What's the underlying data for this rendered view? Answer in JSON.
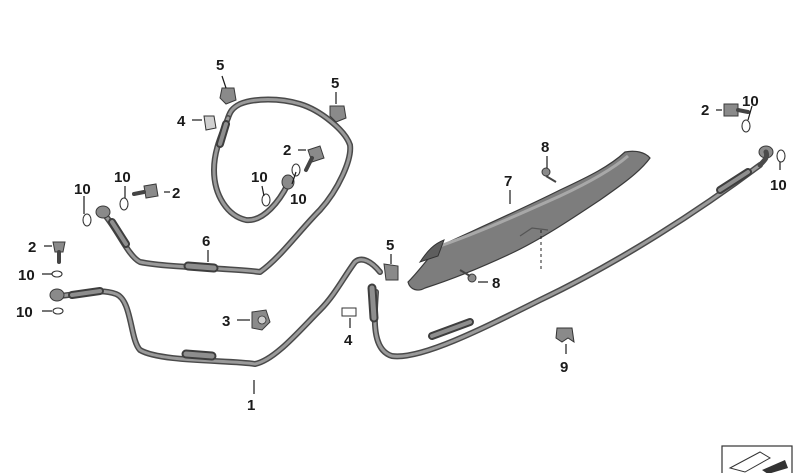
{
  "callouts": [
    {
      "id": "c1",
      "text": "1"
    },
    {
      "id": "c2a",
      "text": "2"
    },
    {
      "id": "c2b",
      "text": "2"
    },
    {
      "id": "c2c",
      "text": "2"
    },
    {
      "id": "c2d",
      "text": "2"
    },
    {
      "id": "c3",
      "text": "3"
    },
    {
      "id": "c4a",
      "text": "4"
    },
    {
      "id": "c4b",
      "text": "4"
    },
    {
      "id": "c5a",
      "text": "5"
    },
    {
      "id": "c5b",
      "text": "5"
    },
    {
      "id": "c5c",
      "text": "5"
    },
    {
      "id": "c6",
      "text": "6"
    },
    {
      "id": "c7",
      "text": "7"
    },
    {
      "id": "c8a",
      "text": "8"
    },
    {
      "id": "c8b",
      "text": "8"
    },
    {
      "id": "c9",
      "text": "9"
    },
    {
      "id": "c10a",
      "text": "10"
    },
    {
      "id": "c10b",
      "text": "10"
    },
    {
      "id": "c10c",
      "text": "10"
    },
    {
      "id": "c10d",
      "text": "10"
    },
    {
      "id": "c10e",
      "text": "10"
    },
    {
      "id": "c10f",
      "text": "10"
    },
    {
      "id": "c10g",
      "text": "10"
    },
    {
      "id": "c10h",
      "text": "10"
    }
  ],
  "colors": {
    "hose_outline": "#4a4a4a",
    "hose_fill": "#9a9a9a",
    "cover": "#7d7d7d",
    "text": "#1a1a1a"
  }
}
